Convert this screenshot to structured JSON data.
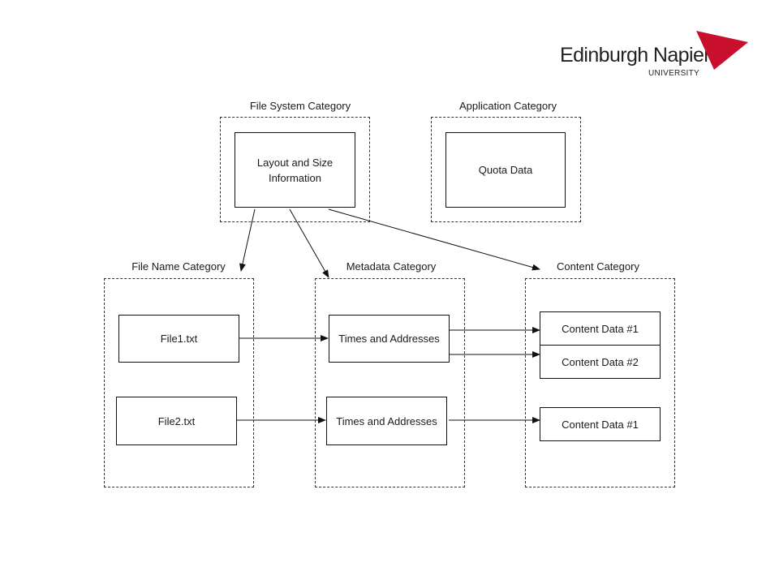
{
  "logo": {
    "name": "Edinburgh Napier",
    "subtitle": "UNIVERSITY",
    "accent_color": "#c8102e"
  },
  "categories": {
    "file_system": "File System Category",
    "application": "Application Category",
    "file_name": "File Name Category",
    "metadata": "Metadata Category",
    "content": "Content Category"
  },
  "nodes": {
    "layout_size": "Layout and Size Information",
    "quota": "Quota Data",
    "file1": "File1.txt",
    "file2": "File2.txt",
    "times1": "Times and Addresses",
    "times2": "Times and Addresses",
    "content1_a": "Content Data #1",
    "content1_b": "Content Data #2",
    "content2_a": "Content Data #1"
  }
}
